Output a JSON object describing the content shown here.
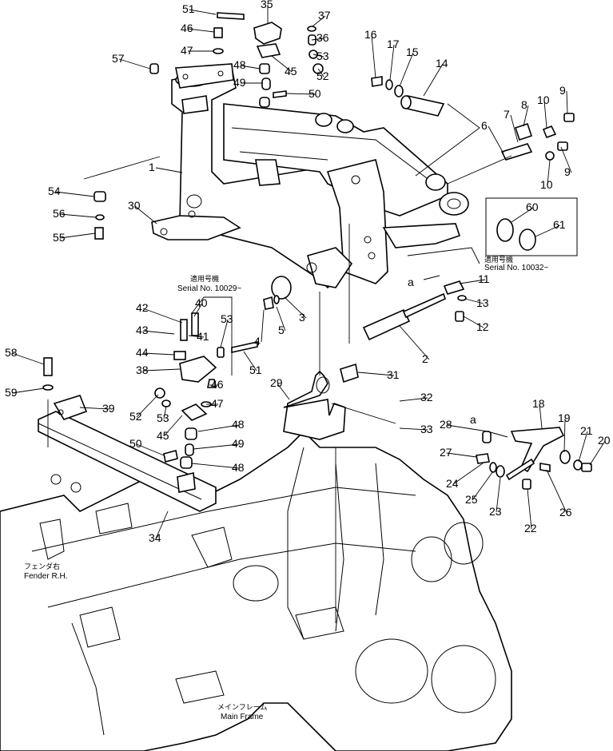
{
  "callouts": [
    "51",
    "35",
    "37",
    "46",
    "36",
    "47",
    "53",
    "52",
    "48",
    "45",
    "49",
    "57",
    "50",
    "16",
    "17",
    "15",
    "14",
    "9",
    "8",
    "10",
    "7",
    "6",
    "9",
    "10",
    "1",
    "54",
    "56",
    "55",
    "30",
    "60",
    "61",
    "11",
    "13",
    "12",
    "2",
    "3",
    "5",
    "4",
    "51",
    "42",
    "40",
    "43",
    "41",
    "53",
    "44",
    "38",
    "58",
    "59",
    "39",
    "46",
    "47",
    "48",
    "52",
    "53",
    "45",
    "50",
    "49",
    "48",
    "34",
    "29",
    "31",
    "32",
    "33",
    "18",
    "28",
    "19",
    "21",
    "20",
    "27",
    "24",
    "25",
    "23",
    "26",
    "22"
  ],
  "labels": {
    "serial_jp_1": "適用号機",
    "serial_1": "Serial No. 10029~",
    "serial_jp_2": "適用号機",
    "serial_2": "Serial No. 10032~",
    "fender_jp": "フェンダ右",
    "fender": "Fender R.H.",
    "mainframe_jp": "メインフレーム",
    "mainframe": "Main Frame",
    "ref_a_1": "a",
    "ref_a_2": "a"
  }
}
